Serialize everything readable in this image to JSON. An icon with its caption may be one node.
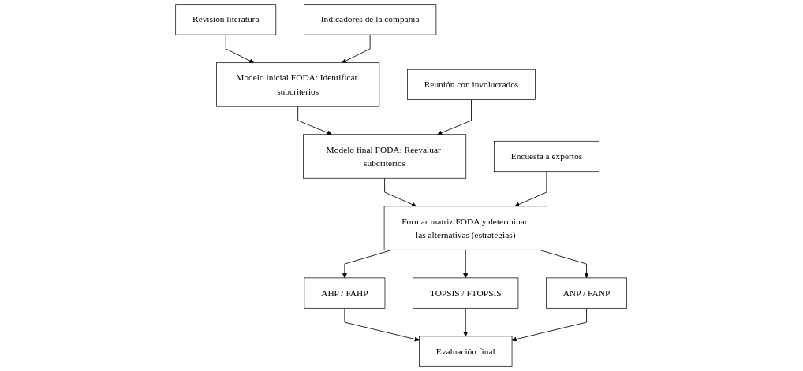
{
  "diagram": {
    "nodes": [
      {
        "text": [
          "Revisión literatura"
        ]
      },
      {
        "text": [
          "Indicadores de la compañía"
        ]
      },
      {
        "text": [
          "Modelo inicial FODA: Identificar subcriterios"
        ]
      },
      {
        "text": [
          "Reunión con involucrados"
        ]
      },
      {
        "text": [
          "Modelo final FODA: Reevaluar subcriterios"
        ]
      },
      {
        "text": [
          "Encuesta a expertos"
        ]
      },
      {
        "text": [
          "Formar matriz FODA y determinar las alternativas (estrategias)"
        ]
      },
      {
        "text": [
          "AHP / FAHP"
        ]
      },
      {
        "text": [
          "TOPSIS / FTOPSIS"
        ]
      },
      {
        "text": [
          "ANP / FANP"
        ]
      },
      {
        "text": [
          "Evaluación final"
        ]
      }
    ],
    "edges": [
      {
        "from": 0,
        "to": 2,
        "arrow": "to"
      },
      {
        "from": 1,
        "to": 2,
        "arrow": "to"
      },
      {
        "from": 2,
        "to": 4,
        "arrow": "to"
      },
      {
        "from": 3,
        "to": 4,
        "arrow": "to"
      },
      {
        "from": 4,
        "to": 6,
        "arrow": "to"
      },
      {
        "from": 5,
        "to": 6,
        "arrow": "to"
      },
      {
        "from": 6,
        "to": 7,
        "arrow": "to"
      },
      {
        "from": 6,
        "to": 8,
        "arrow": "to"
      },
      {
        "from": 6,
        "to": 9,
        "arrow": "to"
      },
      {
        "from": 7,
        "to": 10,
        "arrow": "to"
      },
      {
        "from": 8,
        "to": 10,
        "arrow": "to"
      },
      {
        "from": 9,
        "to": 10,
        "arrow": "to"
      }
    ]
  }
}
